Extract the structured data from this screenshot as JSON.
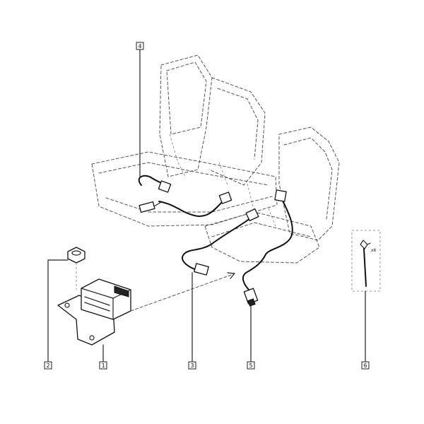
{
  "callouts": [
    {
      "id": "1",
      "label": "1"
    },
    {
      "id": "2",
      "label": "2"
    },
    {
      "id": "3",
      "label": "3"
    },
    {
      "id": "4",
      "label": "4"
    },
    {
      "id": "5",
      "label": "5"
    },
    {
      "id": "6",
      "label": "6"
    }
  ],
  "detail_annotation": "x6"
}
